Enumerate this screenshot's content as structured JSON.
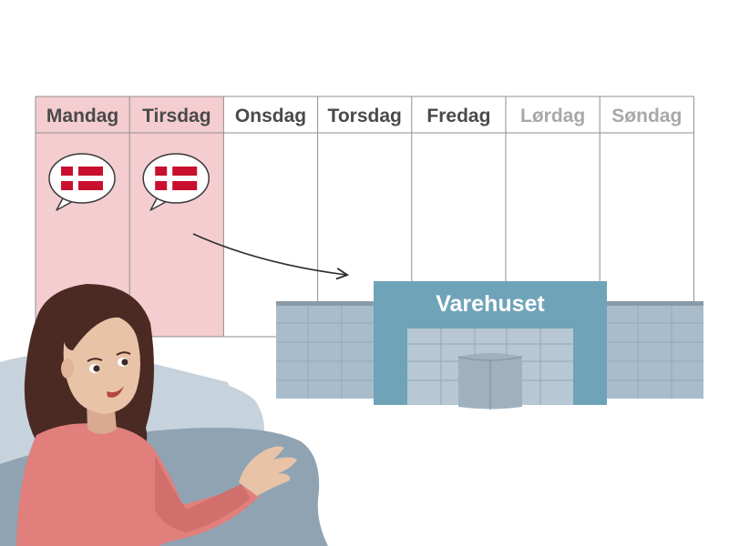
{
  "calendar": {
    "days": [
      {
        "label": "Mandag",
        "highlighted": true,
        "weekend": false,
        "has_danish_bubble": true
      },
      {
        "label": "Tirsdag",
        "highlighted": true,
        "weekend": false,
        "has_danish_bubble": true
      },
      {
        "label": "Onsdag",
        "highlighted": false,
        "weekend": false,
        "has_danish_bubble": false
      },
      {
        "label": "Torsdag",
        "highlighted": false,
        "weekend": false,
        "has_danish_bubble": false
      },
      {
        "label": "Fredag",
        "highlighted": false,
        "weekend": false,
        "has_danish_bubble": false
      },
      {
        "label": "Lørdag",
        "highlighted": false,
        "weekend": true,
        "has_danish_bubble": false
      },
      {
        "label": "Søndag",
        "highlighted": false,
        "weekend": true,
        "has_danish_bubble": false
      }
    ]
  },
  "store": {
    "name": "Varehuset"
  },
  "colors": {
    "highlight_fill": "#f4cdd0",
    "weekday_text": "#4a4a4a",
    "weekend_text": "#a8a8a8",
    "grid_line": "#8f8f8f",
    "store_sign": "#6fa3b8",
    "building_facade": "#a9bccb",
    "flag_red": "#c8102e",
    "sweater": "#e07f7b",
    "hair": "#4a2a22",
    "skin": "#e8c3a8",
    "bed": "#8fa3b3",
    "pillow": "#c6d2dc"
  },
  "icons": {
    "bubble": "speech-bubble-icon",
    "flag": "danish-flag-icon",
    "arrow": "curved-arrow-icon"
  }
}
